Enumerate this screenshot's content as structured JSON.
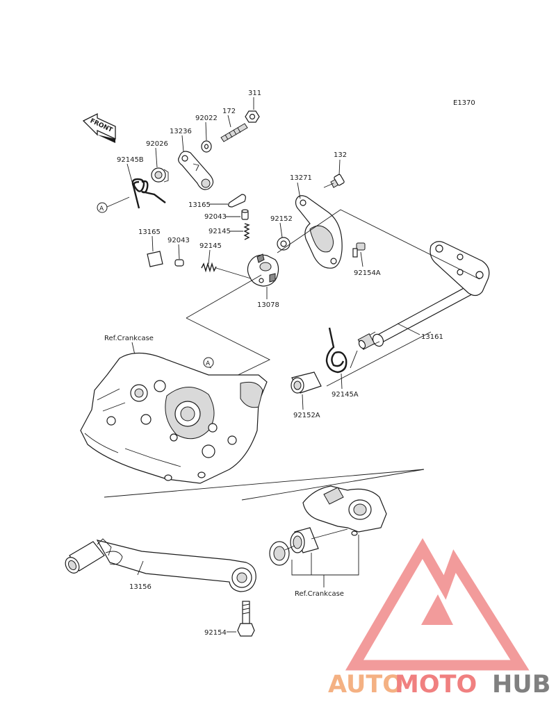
{
  "diagram_code": "E1370",
  "front_label": "FRONT",
  "callouts": {
    "a_top": "A",
    "a_crankcase": "A"
  },
  "parts": {
    "p311": "311",
    "p172": "172",
    "p92022": "92022",
    "p13236": "13236",
    "p92026": "92026",
    "p92145B": "92145B",
    "p132": "132",
    "p13271": "13271",
    "p13165a": "13165",
    "p92043a": "92043",
    "p92145a": "92145",
    "p92152": "92152",
    "p13165b": "13165",
    "p92043b": "92043",
    "p92145b": "92145",
    "p92154A": "92154A",
    "p13078": "13078",
    "p13161": "13161",
    "p92145A": "92145A",
    "p92152A": "92152A",
    "p13156": "13156",
    "p92154": "92154"
  },
  "refs": {
    "crankcase_top": "Ref.Crankcase",
    "crankcase_bottom": "Ref.Crankcase"
  },
  "watermark": {
    "auto": "AUTO",
    "moto": "MOTO",
    "hub": "HUB",
    "colors": {
      "auto": "#f4b183",
      "moto": "#f08080",
      "hub": "#808080",
      "logo": "#f08a8a"
    }
  }
}
